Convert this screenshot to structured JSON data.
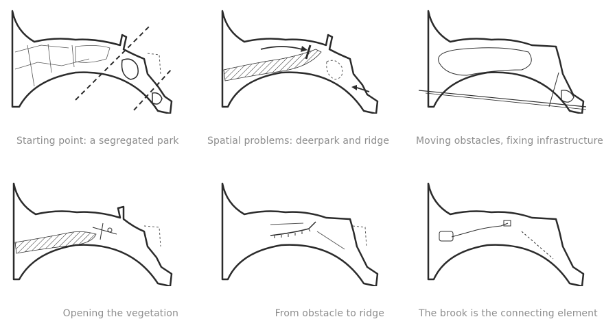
{
  "panels": [
    {
      "caption": "Starting point: a segregated park"
    },
    {
      "caption": "Spatial problems: deerpark and ridge"
    },
    {
      "caption": "Moving obstacles, fixing infrastructure"
    },
    {
      "caption": "Opening the vegetation"
    },
    {
      "caption": "From obstacle to ridge"
    },
    {
      "caption": "The brook is the connecting element"
    }
  ],
  "colors": {
    "line": "#2b2b2b",
    "caption": "#8d8d8d"
  }
}
